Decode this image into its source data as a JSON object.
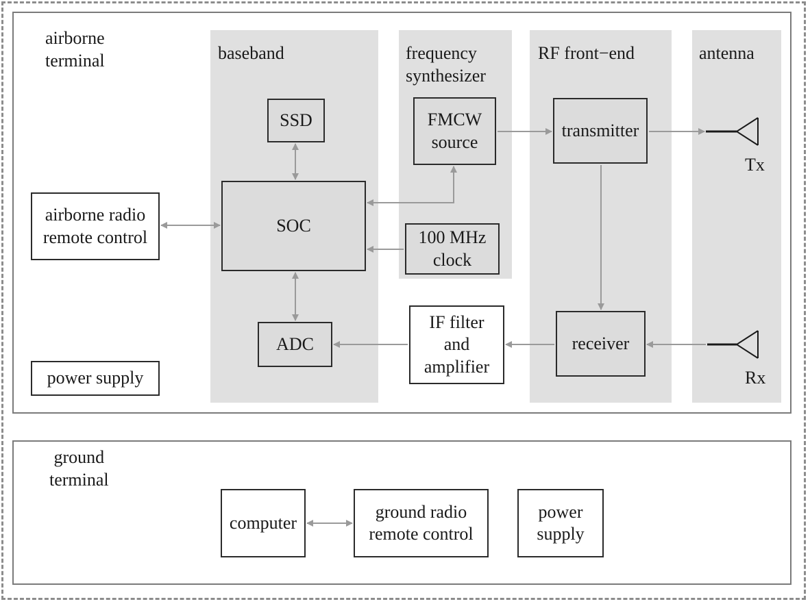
{
  "airborne": {
    "label": "airborne\nterminal",
    "columns": {
      "baseband": "baseband",
      "synth": "frequency\nsynthesizer",
      "rf": "RF front−end",
      "antenna": "antenna"
    },
    "blocks": {
      "ssd": "SSD",
      "soc": "SOC",
      "adc": "ADC",
      "fmcw": "FMCW\nsource",
      "clock": "100 MHz\nclock",
      "transmitter": "transmitter",
      "receiver": "receiver",
      "if_filter": "IF filter\nand\namplifier",
      "radio_remote": "airborne radio\nremote control",
      "power": "power supply"
    },
    "tx_label": "Tx",
    "rx_label": "Rx"
  },
  "ground": {
    "label": "ground\nterminal",
    "blocks": {
      "computer": "computer",
      "radio_remote": "ground radio\nremote control",
      "power": "power\nsupply"
    }
  },
  "colors": {
    "frame": "#7a7a7a",
    "dashed": "#8c8c8c",
    "column": "#e0e0e0",
    "arrow": "#9a9a9a",
    "box_border": "#2a2a2a"
  }
}
